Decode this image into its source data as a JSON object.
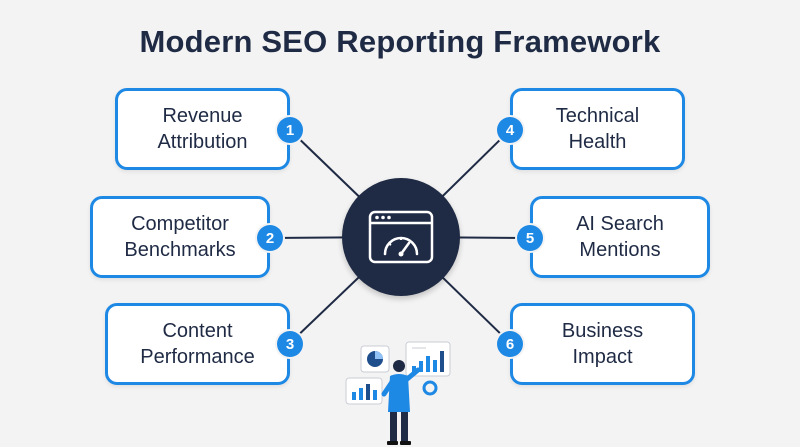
{
  "title": "Modern SEO Reporting Framework",
  "nodes": [
    {
      "number": "1",
      "line1": "Revenue",
      "line2": "Attribution"
    },
    {
      "number": "2",
      "line1": "Competitor",
      "line2": "Benchmarks"
    },
    {
      "number": "3",
      "line1": "Content",
      "line2": "Performance"
    },
    {
      "number": "4",
      "line1": "Technical",
      "line2": "Health"
    },
    {
      "number": "5",
      "line1": "AI Search",
      "line2": "Mentions"
    },
    {
      "number": "6",
      "line1": "Business",
      "line2": "Impact"
    }
  ],
  "hub_icon": "browser-gauge-icon",
  "illustration": "person-with-charts",
  "colors": {
    "accent": "#1e88e5",
    "hub": "#1f2a44",
    "title": "#1f2a44",
    "background": "#f3f3f3"
  }
}
